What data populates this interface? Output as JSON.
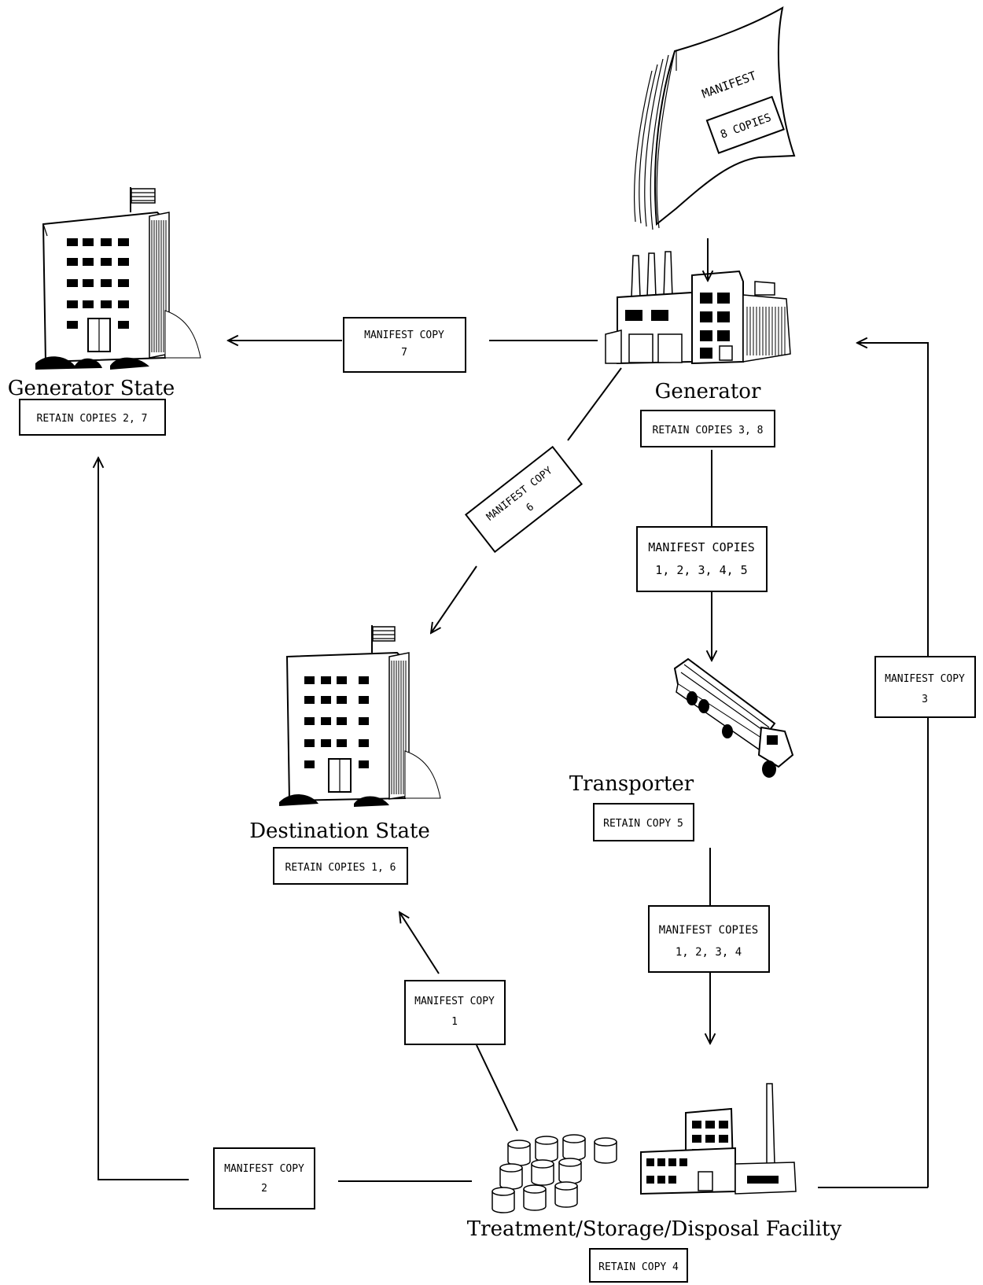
{
  "diagram": {
    "manifest_doc": {
      "title": "MANIFEST",
      "copies": "8 COPIES"
    },
    "nodes": {
      "generator_state": {
        "label": "Generator  State",
        "retain": "RETAIN COPIES 2, 7"
      },
      "generator": {
        "label": "Generator",
        "retain": "RETAIN COPIES 3, 8"
      },
      "destination_state": {
        "label": "Destination  State",
        "retain": "RETAIN COPIES 1, 6"
      },
      "transporter": {
        "label": "Transporter",
        "retain": "RETAIN COPY 5"
      },
      "tsdf": {
        "label": "Treatment/Storage/Disposal Facility",
        "retain": "RETAIN COPY 4"
      }
    },
    "edges": {
      "copy7": {
        "line1": "MANIFEST COPY",
        "line2": "7"
      },
      "copy6": {
        "line1": "MANIFEST COPY",
        "line2": "6"
      },
      "gen_to_trans": {
        "line1": "MANIFEST COPIES",
        "line2": "1, 2, 3, 4, 5"
      },
      "copy3": {
        "line1": "MANIFEST COPY",
        "line2": "3"
      },
      "trans_to_tsdf": {
        "line1": "MANIFEST COPIES",
        "line2": "1, 2, 3, 4"
      },
      "copy1": {
        "line1": "MANIFEST COPY",
        "line2": "1"
      },
      "copy2": {
        "line1": "MANIFEST COPY",
        "line2": "2"
      }
    }
  }
}
